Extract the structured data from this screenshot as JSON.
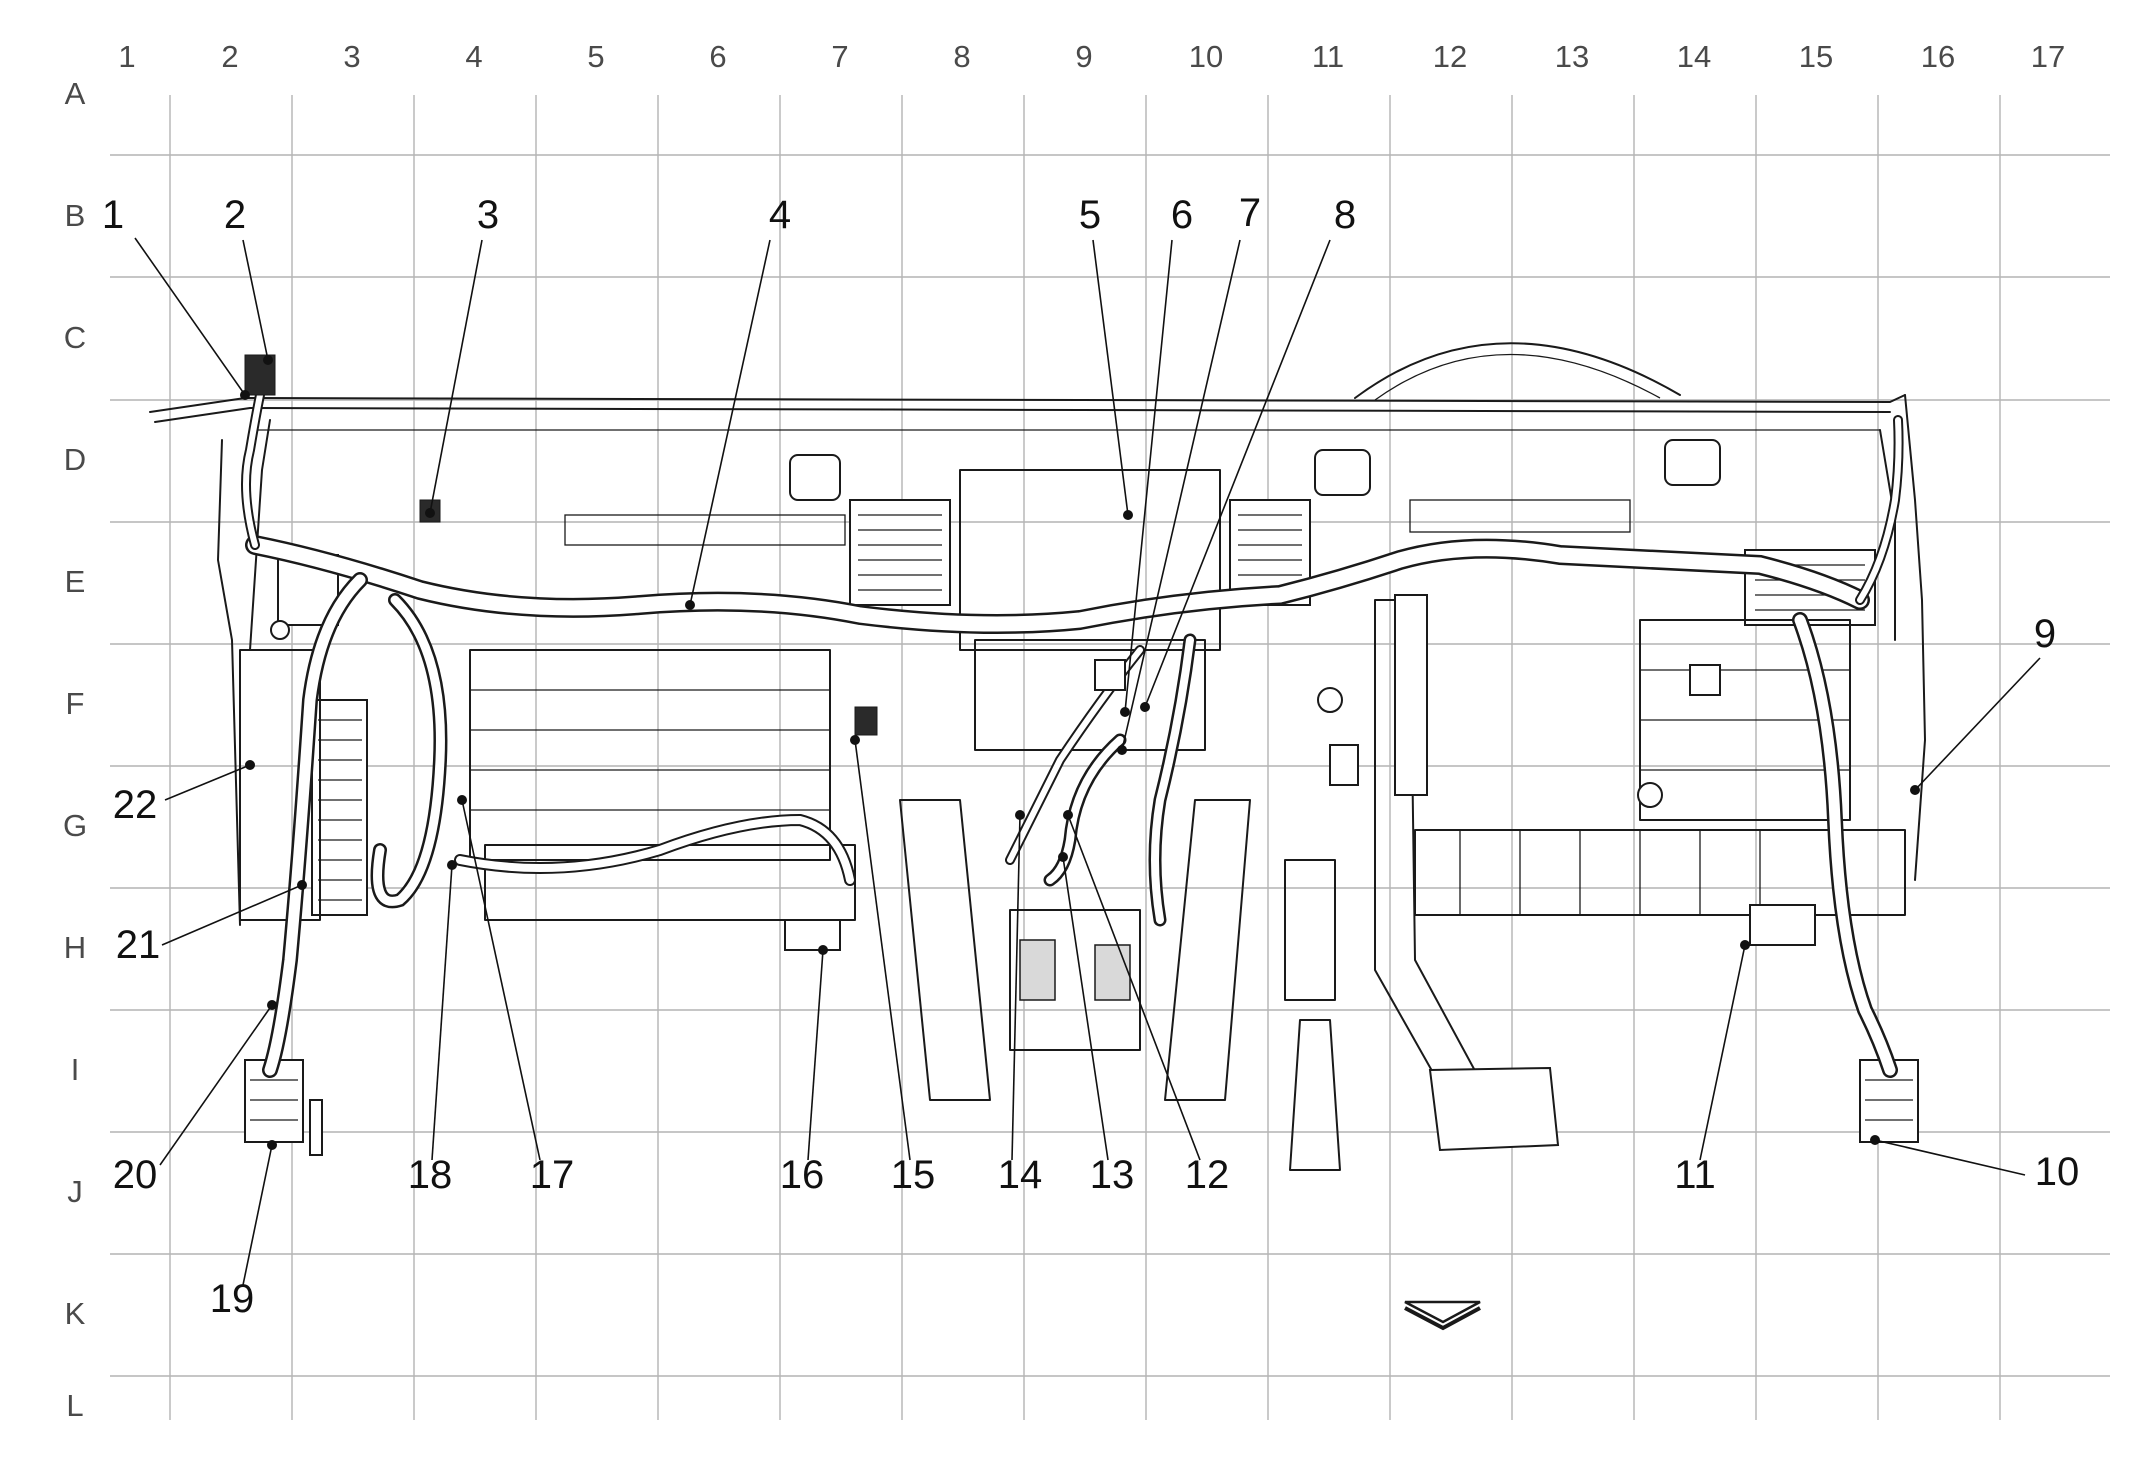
{
  "grid": {
    "columns": [
      "1",
      "2",
      "3",
      "4",
      "5",
      "6",
      "7",
      "8",
      "9",
      "10",
      "11",
      "12",
      "13",
      "14",
      "15",
      "16",
      "17"
    ],
    "rows": [
      "A",
      "B",
      "C",
      "D",
      "E",
      "F",
      "G",
      "H",
      "I",
      "J",
      "K",
      "L"
    ]
  },
  "callouts": [
    {
      "id": "1",
      "label": "1"
    },
    {
      "id": "2",
      "label": "2"
    },
    {
      "id": "3",
      "label": "3"
    },
    {
      "id": "4",
      "label": "4"
    },
    {
      "id": "5",
      "label": "5"
    },
    {
      "id": "6",
      "label": "6"
    },
    {
      "id": "7",
      "label": "7"
    },
    {
      "id": "8",
      "label": "8"
    },
    {
      "id": "9",
      "label": "9"
    },
    {
      "id": "10",
      "label": "10"
    },
    {
      "id": "11",
      "label": "11"
    },
    {
      "id": "12",
      "label": "12"
    },
    {
      "id": "13",
      "label": "13"
    },
    {
      "id": "14",
      "label": "14"
    },
    {
      "id": "15",
      "label": "15"
    },
    {
      "id": "16",
      "label": "16"
    },
    {
      "id": "17",
      "label": "17"
    },
    {
      "id": "18",
      "label": "18"
    },
    {
      "id": "19",
      "label": "19"
    },
    {
      "id": "20",
      "label": "20"
    },
    {
      "id": "21",
      "label": "21"
    },
    {
      "id": "22",
      "label": "22"
    }
  ],
  "icons": {
    "direction_arrow": "down-arrow-icon"
  }
}
